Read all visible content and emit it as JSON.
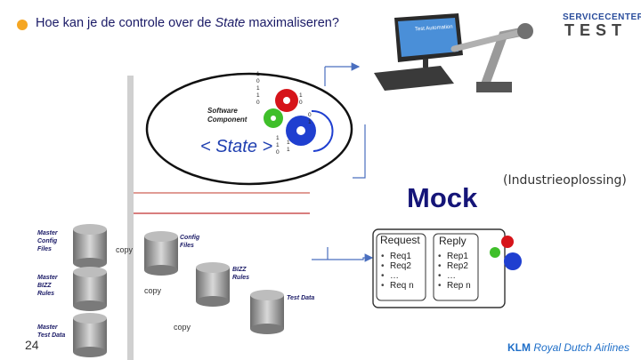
{
  "header": {
    "title_pre": "Hoe kan je de controle over de ",
    "title_em": "State",
    "title_post": " maximaliseren?"
  },
  "logo": {
    "line1": "SERVICECENTER",
    "line2": "TEST"
  },
  "monitor_label": "Test Automation",
  "component": {
    "label1": "Software",
    "label2": "Component",
    "state": "< State >"
  },
  "binary_digits": [
    "1",
    "0",
    "1",
    "1",
    "0",
    "1",
    "0",
    "1",
    "1",
    "0",
    "1",
    "1",
    "0",
    "1"
  ],
  "mock_label": "Mock",
  "industry_label": "(Industrieoplossing)",
  "request": {
    "title": "Request",
    "items": [
      "Req1",
      "Req2",
      "…",
      "Req n"
    ]
  },
  "reply": {
    "title": "Reply",
    "items": [
      "Rep1",
      "Rep2",
      "…",
      "Rep n"
    ]
  },
  "databases": {
    "master_config": "Master Config Files",
    "master_bizz": "Master BIZZ Rules",
    "master_test": "Master Test Data",
    "config": "Config Files",
    "bizz": "BIZZ Rules",
    "test": "Test Data"
  },
  "copy_label": "copy",
  "page_number": "24",
  "footer_logo": {
    "brand": "KLM",
    "name": "Royal Dutch Airlines"
  },
  "colors": {
    "title": "#1a1a66",
    "mock": "#151578",
    "bullet": "#f5a623",
    "arrow": "#4a6fbf"
  }
}
